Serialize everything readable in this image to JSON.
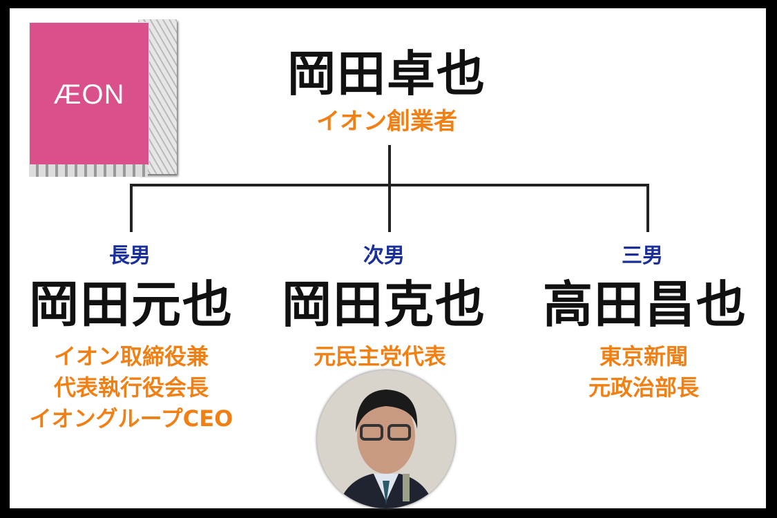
{
  "logo": {
    "text": "ÆON"
  },
  "founder": {
    "name": "岡田卓也",
    "title": "イオン創業者"
  },
  "children": [
    {
      "relation": "長男",
      "name": "岡田元也",
      "description": [
        "イオン取締役兼",
        "代表執行役会長",
        "イオングループCEO"
      ]
    },
    {
      "relation": "次男",
      "name": "岡田克也",
      "description": [
        "元民主党代表"
      ]
    },
    {
      "relation": "三男",
      "name": "高田昌也",
      "description": [
        "東京新聞",
        "元政治部長"
      ]
    }
  ],
  "colors": {
    "accent_orange": "#f07f14",
    "relation_blue": "#1a2f9c",
    "brand_pink": "#d9508a"
  }
}
